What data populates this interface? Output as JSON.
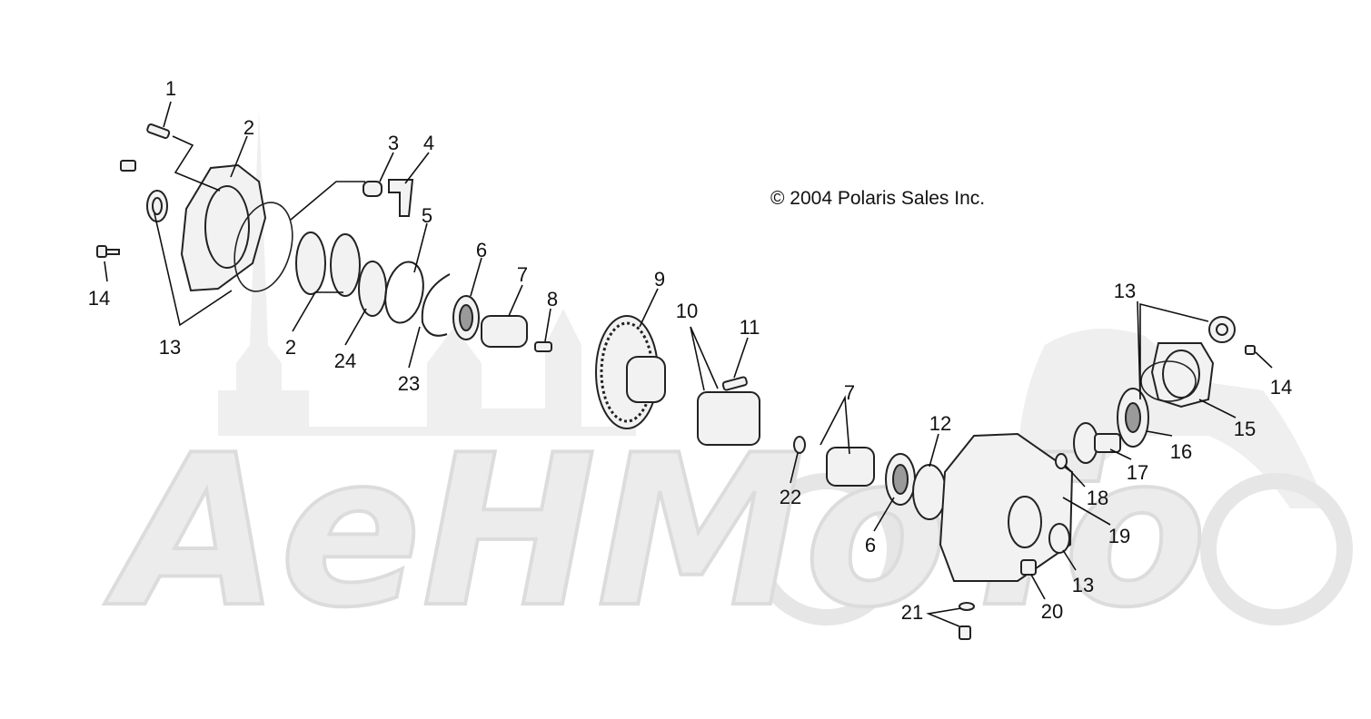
{
  "copyright": "© 2004 Polaris Sales Inc.",
  "watermark": {
    "text": "AeHMoTo",
    "colors": {
      "fill": "#ececec",
      "stroke": "#dcdcdc"
    }
  },
  "callouts": [
    {
      "id": "c1",
      "label": "1"
    },
    {
      "id": "c2a",
      "label": "2"
    },
    {
      "id": "c3",
      "label": "3"
    },
    {
      "id": "c4",
      "label": "4"
    },
    {
      "id": "c5",
      "label": "5"
    },
    {
      "id": "c6a",
      "label": "6"
    },
    {
      "id": "c7a",
      "label": "7"
    },
    {
      "id": "c8",
      "label": "8"
    },
    {
      "id": "c9",
      "label": "9"
    },
    {
      "id": "c10",
      "label": "10"
    },
    {
      "id": "c11",
      "label": "11"
    },
    {
      "id": "c13a",
      "label": "13"
    },
    {
      "id": "c14a",
      "label": "14"
    },
    {
      "id": "c2b",
      "label": "2"
    },
    {
      "id": "c24",
      "label": "24"
    },
    {
      "id": "c23",
      "label": "23"
    },
    {
      "id": "c7b",
      "label": "7"
    },
    {
      "id": "c12",
      "label": "12"
    },
    {
      "id": "c22",
      "label": "22"
    },
    {
      "id": "c6b",
      "label": "6"
    },
    {
      "id": "c13b",
      "label": "13"
    },
    {
      "id": "c14b",
      "label": "14"
    },
    {
      "id": "c15",
      "label": "15"
    },
    {
      "id": "c16",
      "label": "16"
    },
    {
      "id": "c17",
      "label": "17"
    },
    {
      "id": "c18",
      "label": "18"
    },
    {
      "id": "c19",
      "label": "19"
    },
    {
      "id": "c13c",
      "label": "13"
    },
    {
      "id": "c20",
      "label": "20"
    },
    {
      "id": "c21",
      "label": "21"
    }
  ]
}
